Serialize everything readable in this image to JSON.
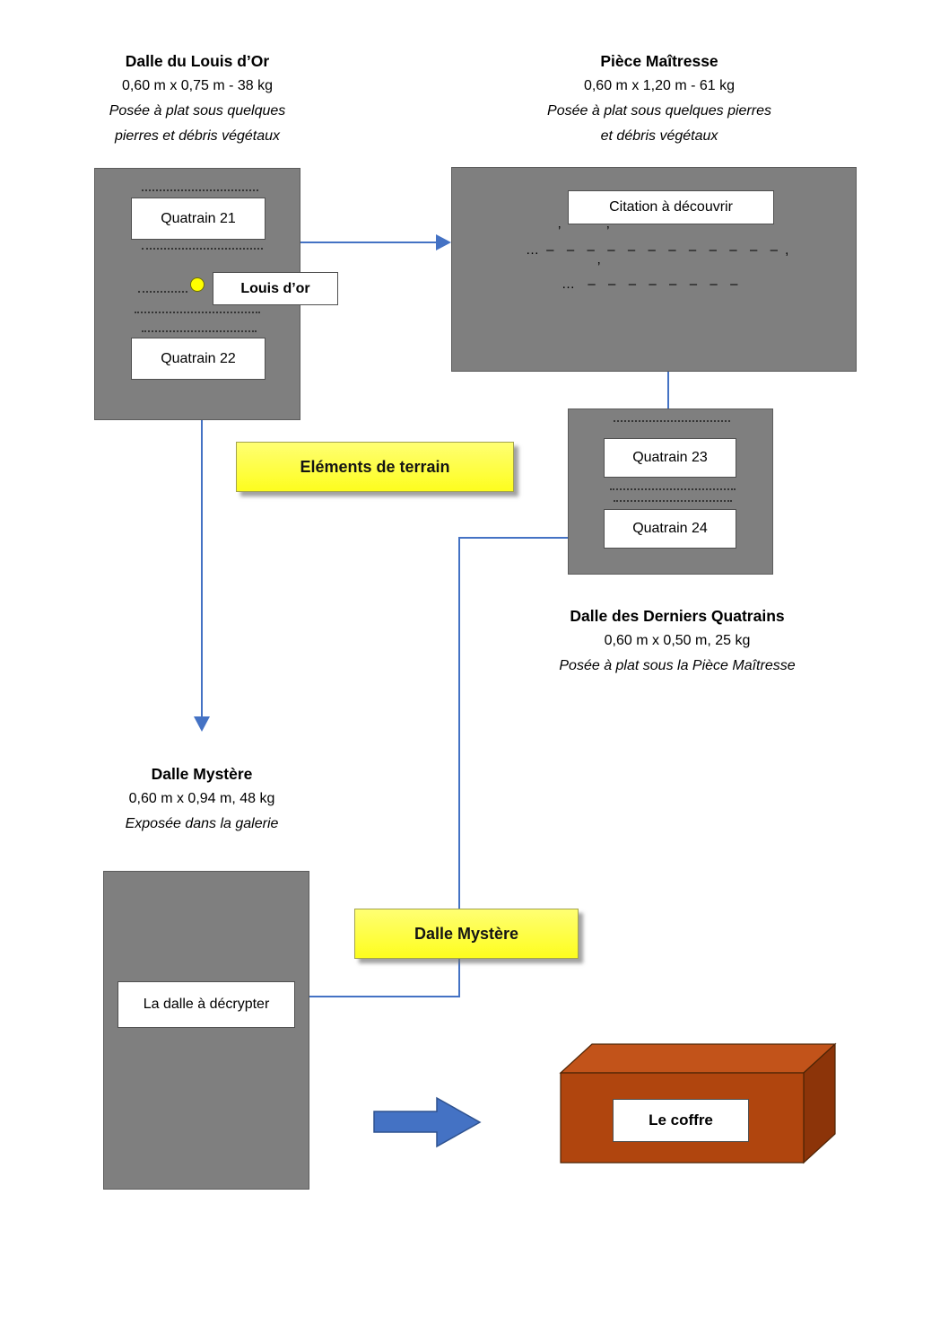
{
  "colors": {
    "gray": "#7f7f7f",
    "blue": "#4472C4",
    "yellow": "#ffff33",
    "chest_front": "#b0450e",
    "chest_top": "#c2531a",
    "chest_side": "#8c3409"
  },
  "louis_dor": {
    "title": "Dalle du Louis d’Or",
    "dimensions": "0,60 m x 0,75 m - 38 kg",
    "note1": "Posée à plat sous quelques",
    "note2": "pierres et débris végétaux",
    "quatrain21_label": "Quatrain 21",
    "louis_marker_label": "Louis d’or",
    "quatrain22_label": "Quatrain 22"
  },
  "piece_maitresse": {
    "title": "Pièce Maîtresse",
    "dimensions": "0,60 m x 1,20 m - 61 kg",
    "note1": "Posée à plat sous quelques pierres",
    "note2": "et débris végétaux",
    "citation_label": "Citation à découvrir",
    "redacted": {
      "line1": "’        ’",
      "line2": "… –  –  –  –  –  –  –  –  –  –  –  – ,",
      "line3": "’",
      "line4": "…  –  –  –  –  –  –  –  –"
    }
  },
  "derniers_quatrains": {
    "title": "Dalle des Derniers Quatrains",
    "dimensions": "0,60 m x 0,50 m, 25 kg",
    "note": "Posée à plat sous la Pièce Maîtresse",
    "quatrain23_label": "Quatrain 23",
    "quatrain24_label": "Quatrain 24"
  },
  "terrain_tag": "Eléments de terrain",
  "mystere_tag": "Dalle Mystère",
  "dalle_mystere": {
    "title": "Dalle Mystère",
    "dimensions": "0,60 m x 0,94 m, 48 kg",
    "note": "Exposée dans la galerie",
    "decrypt_label": "La dalle à décrypter"
  },
  "coffre": {
    "label": "Le coffre"
  }
}
